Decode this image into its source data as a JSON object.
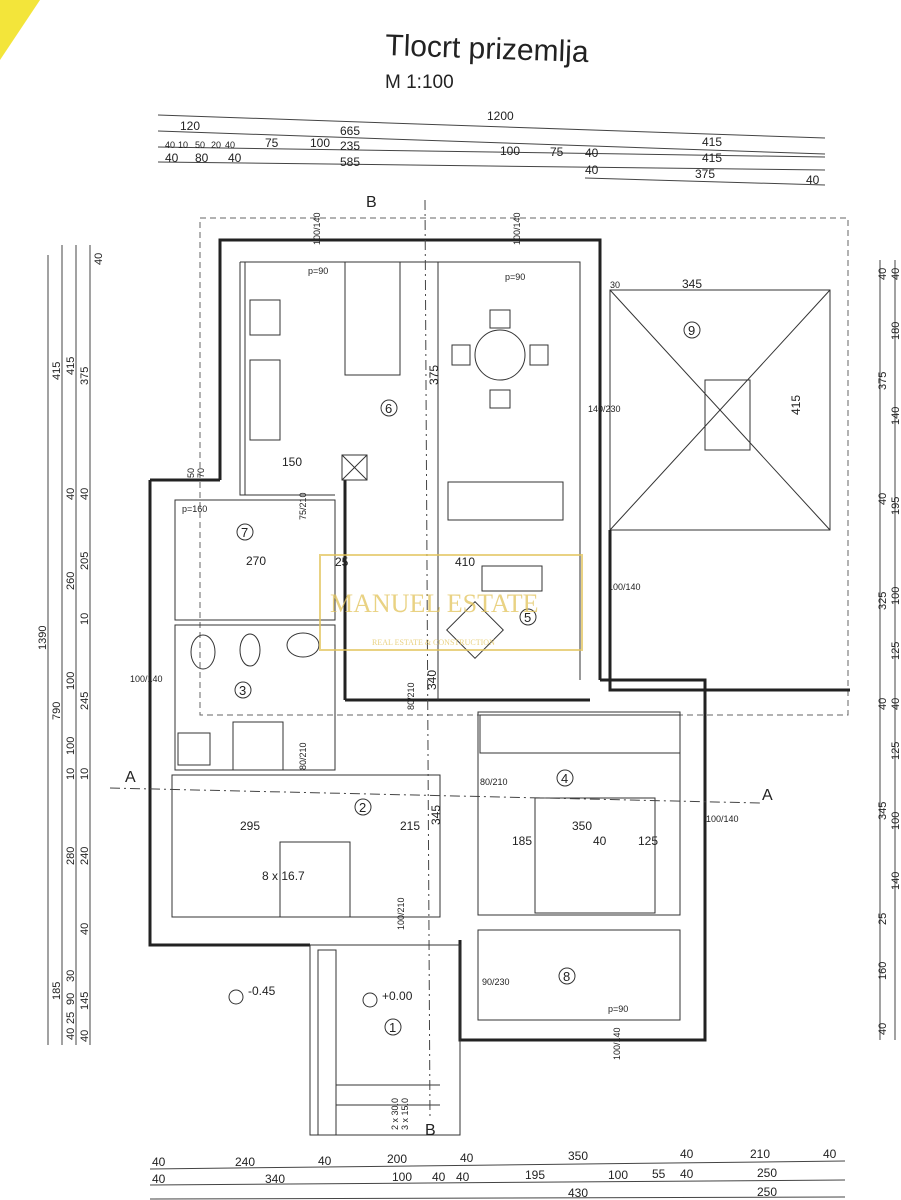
{
  "title": "Tlocrt prizemlja",
  "scale": "M 1:100",
  "watermark": {
    "brand": "MANUEL ESTATE",
    "tagline": "REAL ESTATE & CONSTRUCTION",
    "color": "#e2c35a"
  },
  "colors": {
    "paper": "#ffffff",
    "corner": "#f3e53a",
    "ink": "#222222"
  },
  "top_dims": {
    "r1": [
      "1200"
    ],
    "r2": [
      "120",
      "665"
    ],
    "r3": [
      "40",
      "10",
      "50",
      "20",
      "40",
      "75",
      "100",
      "235",
      "100",
      "75",
      "40",
      "415"
    ],
    "r4": [
      "40",
      "80",
      "40",
      "585",
      "415"
    ],
    "r5": [
      "40",
      "375",
      "40"
    ]
  },
  "bottom_dims": {
    "r1": [
      "40",
      "240",
      "40",
      "200",
      "40",
      "350",
      "40",
      "210",
      "40"
    ],
    "r2": [
      "40",
      "340",
      "100",
      "40",
      "40",
      "195",
      "100",
      "55",
      "40",
      "250"
    ],
    "r3": [
      "430",
      "250"
    ]
  },
  "left_dims": {
    "r1": [
      "1390"
    ],
    "r2": [
      "185",
      "790",
      "415"
    ],
    "r3": [
      "40",
      "25",
      "90",
      "30",
      "280",
      "10",
      "100",
      "100",
      "260",
      "40",
      "415"
    ],
    "r4": [
      "40",
      "145",
      "40",
      "240",
      "10",
      "245",
      "10",
      "205",
      "40",
      "375",
      "40"
    ]
  },
  "right_dims": {
    "r1": [
      "40",
      "375",
      "40",
      "325",
      "40",
      "345",
      "25",
      "160",
      "40"
    ],
    "r2": [
      "40",
      "180",
      "140",
      "195",
      "100",
      "125",
      "40",
      "125",
      "100",
      "140"
    ]
  },
  "rooms": [
    "1",
    "2",
    "3",
    "4",
    "5",
    "6",
    "7",
    "8",
    "9"
  ],
  "labels": {
    "p90": "p=90",
    "p160": "p=160",
    "d150": "150",
    "d270": "270",
    "d410": "410",
    "d340": "340",
    "d375": "375",
    "d25": "25",
    "d295": "295",
    "d215": "215",
    "d345": "345",
    "d350": "350",
    "d185": "185",
    "d40": "40",
    "d125": "125",
    "d345t": "345",
    "d415t": "415",
    "d30": "30",
    "stairs": "8 x 16.7",
    "lvl0": "+0.00",
    "lvlm": "-0.45",
    "steps1": "2 x 30.0",
    "steps2": "3 x 15.0",
    "door_80_210": "80/210",
    "door_100_140": "100/140",
    "door_140_230": "140/230",
    "door_90_230": "90/230",
    "door_75_210": "75/210",
    "door_100_210": "100/210",
    "w50": "50",
    "w70": "70"
  },
  "sections": {
    "a": "A",
    "b": "B"
  }
}
